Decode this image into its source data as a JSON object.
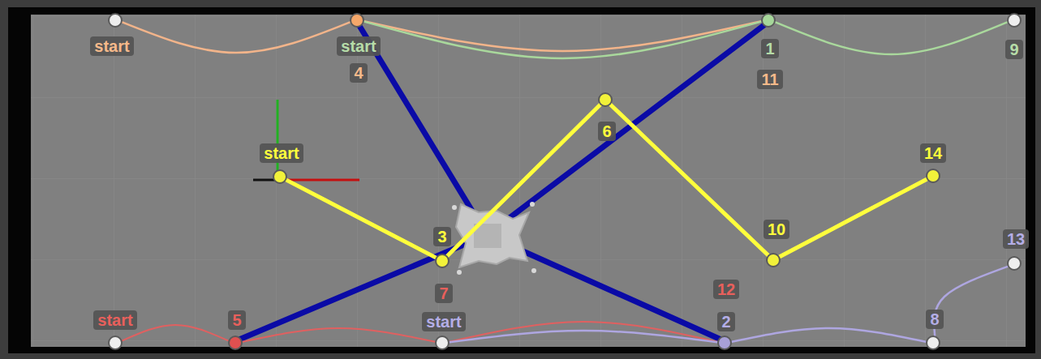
{
  "diagram": {
    "nodes": [
      {
        "text": [
          "start"
        ]
      },
      {
        "text": [
          "start",
          "4"
        ]
      },
      {
        "text": [
          "1",
          "11"
        ]
      },
      {
        "text": [
          "9"
        ]
      },
      {
        "text": [
          "start"
        ]
      },
      {
        "text": [
          "3"
        ]
      },
      {
        "text": [
          "6"
        ]
      },
      {
        "text": [
          "10"
        ]
      },
      {
        "text": [
          "14"
        ]
      },
      {
        "text": [
          "start"
        ]
      },
      {
        "text": [
          "5"
        ]
      },
      {
        "text": [
          "7",
          "start"
        ]
      },
      {
        "text": [
          "12",
          "2"
        ]
      },
      {
        "text": [
          "8"
        ]
      },
      {
        "text": [
          "13"
        ]
      }
    ],
    "edges": [
      {
        "from": 0,
        "to": 1,
        "arrow": "none"
      },
      {
        "from": 1,
        "to": 2,
        "arrow": "none"
      },
      {
        "from": 1,
        "to": 2,
        "arrow": "none"
      },
      {
        "from": 2,
        "to": 3,
        "arrow": "none"
      },
      {
        "from": 4,
        "to": 5,
        "arrow": "none"
      },
      {
        "from": 5,
        "to": 6,
        "arrow": "none"
      },
      {
        "from": 6,
        "to": 7,
        "arrow": "none"
      },
      {
        "from": 7,
        "to": 8,
        "arrow": "none"
      },
      {
        "from": 9,
        "to": 10,
        "arrow": "none"
      },
      {
        "from": 10,
        "to": 11,
        "arrow": "none"
      },
      {
        "from": 11,
        "to": 12,
        "arrow": "none"
      },
      {
        "from": 11,
        "to": 12,
        "arrow": "none"
      },
      {
        "from": 12,
        "to": 13,
        "arrow": "none"
      },
      {
        "from": 13,
        "to": 14,
        "arrow": "none"
      }
    ]
  }
}
